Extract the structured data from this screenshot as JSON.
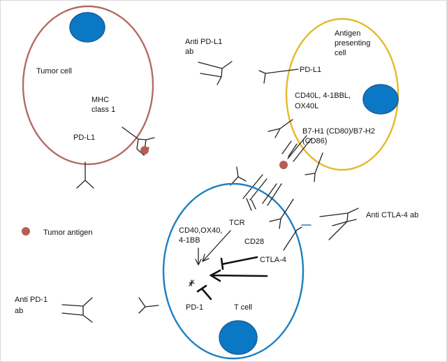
{
  "colors": {
    "tumor_cell_outline": "#b36b63",
    "apc_outline": "#e6b92b",
    "t_cell_outline": "#1f7fc0",
    "nucleus_fill": "#0b78c5",
    "nucleus_stroke": "#1b5f99",
    "tumor_antigen": "#b85c55",
    "ink": "#111111"
  },
  "labels": {
    "tumor_cell": "Tumor cell",
    "mhc_line1": "MHC",
    "mhc_line2": "class 1",
    "pdl1_tumor": "PD-L1",
    "anti_pdl1_line1": "Anti PD-L1",
    "anti_pdl1_line2": "ab",
    "apc_line1": "Antigen",
    "apc_line2": "presenting",
    "apc_line3": "cell",
    "pdl1_apc": "PD-L1",
    "costim_line1": "CD40L, 4-1BBL,",
    "costim_line2": "OX40L",
    "b7_line1": "B7-H1 (CD80)/B7-H2",
    "b7_line2": "(CD86)",
    "tumor_antigen_legend": "Tumor antigen",
    "tcr": "TCR",
    "cd40_line1": "CD40,OX40,",
    "cd40_line2": "4-1BB",
    "cd28": "CD28",
    "ctla4": "CTLA-4",
    "anti_ctla4": "Anti CTLA-4 ab",
    "anti_pd1_line1": "Anti PD-1",
    "anti_pd1_line2": "ab",
    "pd1": "PD-1",
    "t_cell": "T cell"
  }
}
